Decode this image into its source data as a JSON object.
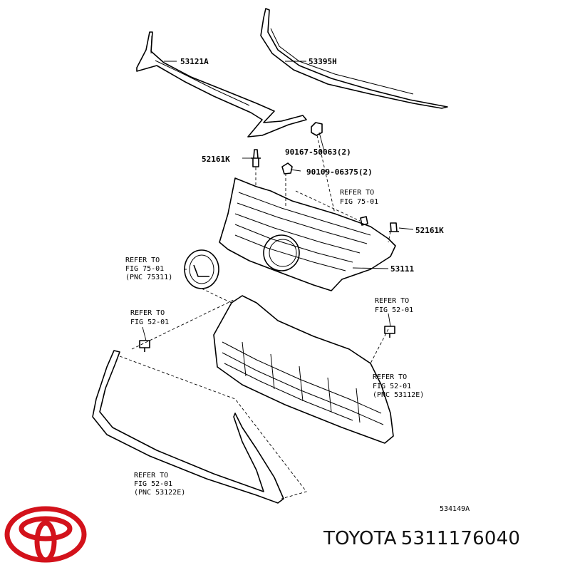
{
  "diagram": {
    "parts": {
      "molding_upper": "53121A",
      "molding_top": "53395H",
      "clip_screw": "90167-50063(2)",
      "clip_left_upper": "52161K",
      "clip_nut": "90109-06375(2)",
      "clip_right": "52161K",
      "grille": "53111",
      "figure_number": "534149A"
    },
    "refs": {
      "fig75_top": [
        "REFER TO",
        "FIG 75-01"
      ],
      "fig75_emblem": [
        "REFER TO",
        "FIG 75-01",
        "(PNC 75311)"
      ],
      "fig52_left": [
        "REFER TO",
        "FIG 52-01"
      ],
      "fig52_right_top": [
        "REFER TO",
        "FIG 52-01"
      ],
      "fig52_right_mid": [
        "REFER TO",
        "FIG 52-01",
        "(PNC 53112E)"
      ],
      "fig52_bottom": [
        "REFER TO",
        "FIG 52-01",
        "(PNC 53122E)"
      ]
    }
  },
  "caption": {
    "brand": "TOYOTA",
    "part_number": "5311176040"
  },
  "colors": {
    "logo": "#d3121b",
    "ink": "#000000"
  },
  "logo": {
    "icon": "toyota-logo"
  }
}
